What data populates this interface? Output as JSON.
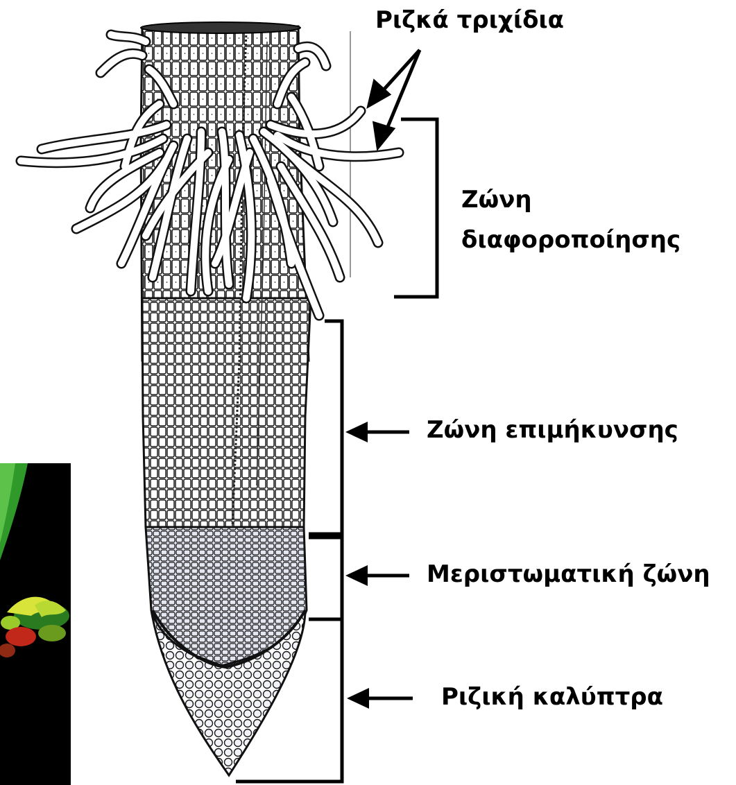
{
  "labels": {
    "root_hairs": "Ριζκά τριχίδια",
    "differentiation_zone_line1": "Ζώνη",
    "differentiation_zone_line2": "διαφοροποίησης",
    "elongation_zone": "Ζώνη επιμήκυνσης",
    "meristematic_zone": "Μεριστωματική ζώνη",
    "root_cap": "Ριζική καλύπτρα"
  },
  "colors": {
    "ink": "#000000",
    "cell_fill": "#ffffff",
    "cell_shade": "#d9dbe8",
    "micrograph_bg": "#000000",
    "micrograph_green": "#2f9a2a",
    "micrograph_yellow": "#d8e43a",
    "micrograph_red": "#c2281a"
  }
}
